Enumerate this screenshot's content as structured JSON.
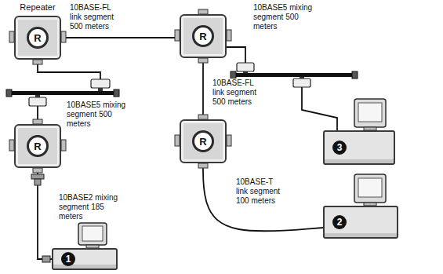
{
  "diagram": {
    "nodes": [
      {
        "text": [
          "Repeater",
          "R"
        ]
      },
      {
        "text": [
          "R"
        ]
      },
      {
        "text": [
          "3"
        ]
      },
      {
        "text": [
          "R"
        ]
      },
      {
        "text": [
          "R"
        ]
      },
      {
        "text": [
          "2"
        ]
      },
      {
        "text": [
          "1"
        ]
      }
    ],
    "edges": [
      {
        "from": 0,
        "to": 1,
        "arrow": "none"
      },
      {
        "from": 0,
        "to": 3,
        "arrow": "none"
      },
      {
        "from": 1,
        "to": 2,
        "arrow": "none"
      },
      {
        "from": 1,
        "to": 4,
        "arrow": "none"
      },
      {
        "from": 4,
        "to": 5,
        "arrow": "none"
      },
      {
        "from": 3,
        "to": 6,
        "arrow": "none"
      }
    ],
    "labels": [
      "10BASE-FL link segment 500 meters",
      "10BASE5 mixing segment 500 meters",
      "10BASE5 mixing segment 500 meters",
      "10BASE-FL link segment 500 meters",
      "10BASE-T link segment 100 meters",
      "10BASE2 mixing segment 185 meters"
    ]
  }
}
